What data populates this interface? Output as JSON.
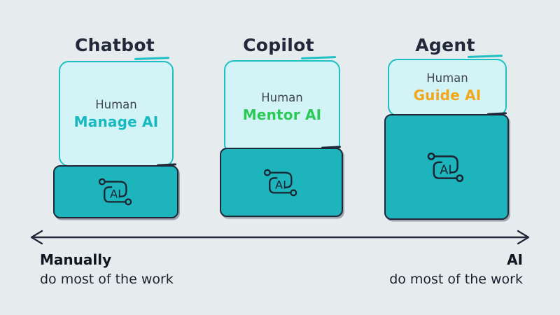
{
  "columns": [
    {
      "title": "Chatbot",
      "human_label": "Human",
      "relation": "Manage AI",
      "relation_color": "#17b9c1"
    },
    {
      "title": "Copilot",
      "human_label": "Human",
      "relation": "Mentor AI",
      "relation_color": "#2bc957"
    },
    {
      "title": "Agent",
      "human_label": "Human",
      "relation": "Guide AI",
      "relation_color": "#f2a71b"
    }
  ],
  "axis": {
    "left_bold": "Manually",
    "left_text": "do most of the work",
    "right_bold": "AI",
    "right_text": "do most of the work"
  },
  "icons": {
    "ai_chip_name": "ai-circuit-icon",
    "ai_chip_label": "AI"
  },
  "colors": {
    "background": "#e6ebee",
    "ink": "#212839",
    "teal_card_fill": "#1db5bb",
    "light_card_fill": "#d3f4f6",
    "light_card_border": "#1ec0c4",
    "human_text": "#40454e"
  }
}
